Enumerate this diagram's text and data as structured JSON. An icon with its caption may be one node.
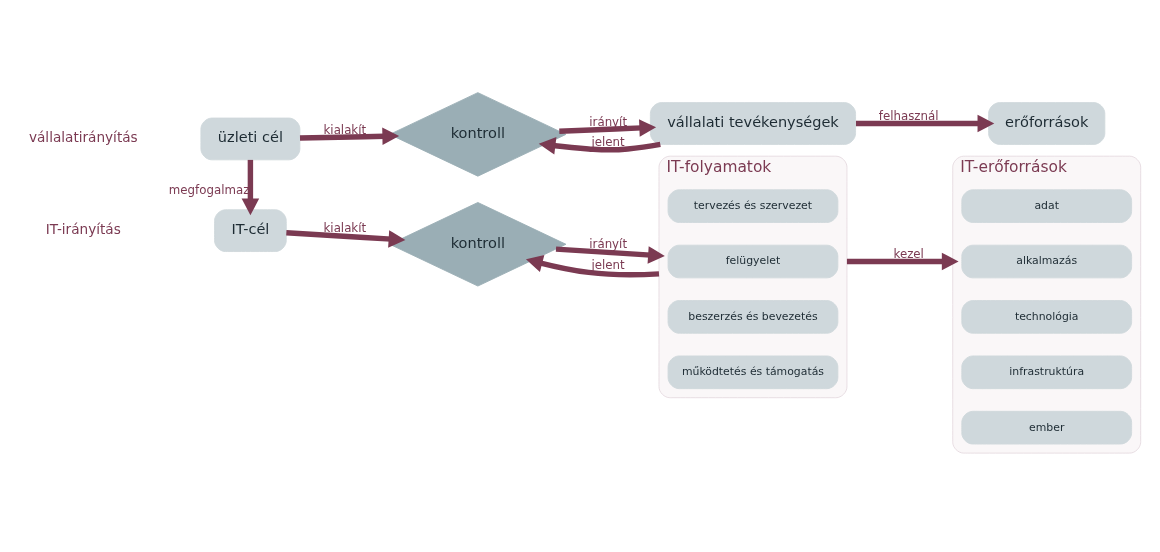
{
  "diagram": {
    "nodes": [
      {
        "text": [
          "üzleti cél"
        ]
      },
      {
        "text": [
          "kontroll"
        ]
      },
      {
        "text": [
          "vállalati tevékenységek"
        ]
      },
      {
        "text": [
          "erőforrások"
        ]
      },
      {
        "text": [
          "IT-cél"
        ]
      },
      {
        "text": [
          "kontroll"
        ]
      },
      {
        "text": [
          "IT-folyamatok"
        ]
      },
      {
        "text": [
          "tervezés és szervezet"
        ],
        "in": 6
      },
      {
        "text": [
          "felügyelet"
        ],
        "in": 6
      },
      {
        "text": [
          "beszerzés és bevezetés"
        ],
        "in": 6
      },
      {
        "text": [
          "működtetés és támogatás"
        ],
        "in": 6
      },
      {
        "text": [
          "IT-erőforrások"
        ]
      },
      {
        "text": [
          "adat"
        ],
        "in": 11
      },
      {
        "text": [
          "alkalmazás"
        ],
        "in": 11
      },
      {
        "text": [
          "technológia"
        ],
        "in": 11
      },
      {
        "text": [
          "infrastruktúra"
        ],
        "in": 11
      },
      {
        "text": [
          "ember"
        ],
        "in": 11
      }
    ],
    "edges": [
      {
        "from": 0,
        "to": 1,
        "arrow": "to",
        "label": "kialakít"
      },
      {
        "from": 1,
        "to": 2,
        "arrow": "to",
        "label": "irányít"
      },
      {
        "from": 2,
        "to": 1,
        "arrow": "to",
        "label": "jelent"
      },
      {
        "from": 2,
        "to": 3,
        "arrow": "to",
        "label": "felhasznál"
      },
      {
        "from": 0,
        "to": 4,
        "arrow": "to",
        "label": "megfogalmaz"
      },
      {
        "from": 4,
        "to": 5,
        "arrow": "to",
        "label": "kialakít"
      },
      {
        "from": 5,
        "to": 6,
        "arrow": "to",
        "label": "irányít"
      },
      {
        "from": 6,
        "to": 5,
        "arrow": "to",
        "label": "jelent"
      },
      {
        "from": 6,
        "to": 11,
        "arrow": "to",
        "label": "kezel"
      }
    ],
    "labels": [
      "vállalatirányítás",
      "IT-irányítás"
    ]
  }
}
